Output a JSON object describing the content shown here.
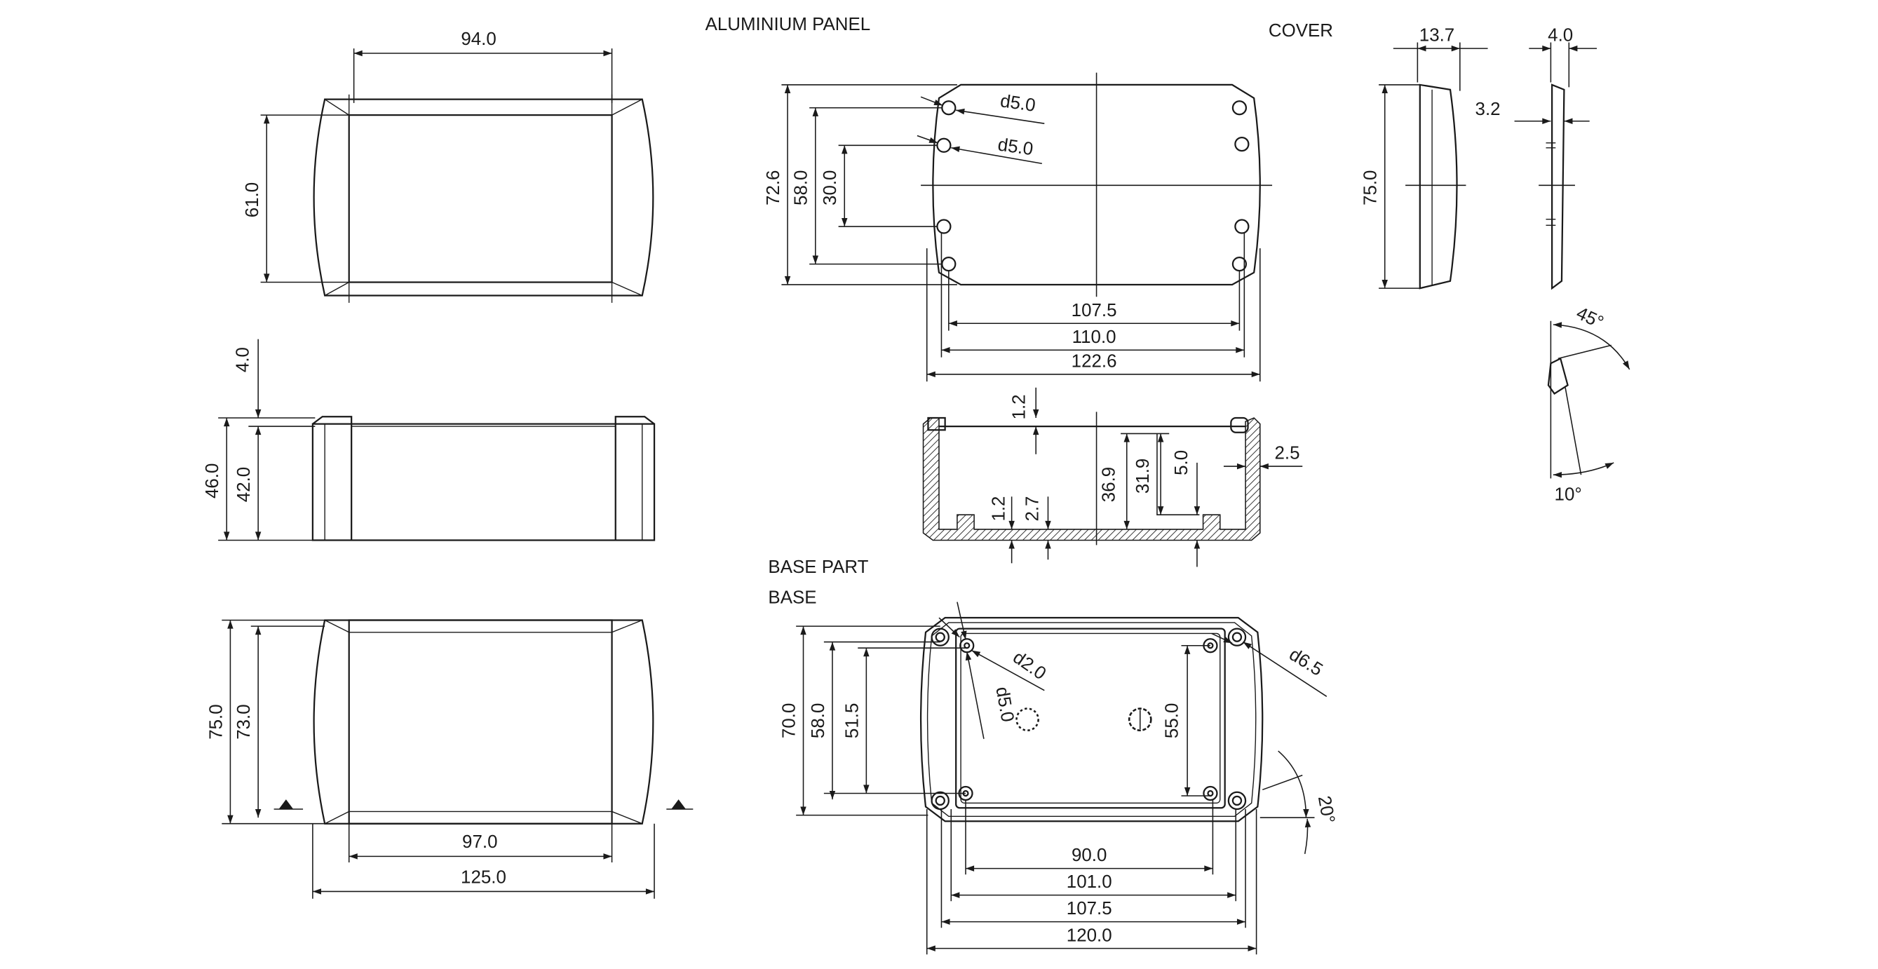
{
  "titles": {
    "aluminium_panel": "ALUMINIUM PANEL",
    "cover": "COVER",
    "base_part": "BASE PART",
    "base": "BASE"
  },
  "front_view": {
    "width": "94.0",
    "height": "61.0"
  },
  "side_view": {
    "lip": "4.0",
    "total_height": "46.0",
    "body_height": "42.0"
  },
  "bottom_view": {
    "outer_depth": "75.0",
    "inner_depth": "73.0",
    "inner_width": "97.0",
    "outer_width": "125.0"
  },
  "panel": {
    "height": "72.6",
    "hole_pitch_outer": "58.0",
    "hole_pitch_inner": "30.0",
    "hole_dia_1": "d5.0",
    "hole_dia_2": "d5.0",
    "hole_span": "107.5",
    "width_inner": "110.0",
    "width": "122.6"
  },
  "cover": {
    "depth": "13.7",
    "height": "75.0",
    "thickness": "4.0",
    "step": "3.2",
    "angle_top": "45°",
    "angle_bottom": "10°"
  },
  "section": {
    "top_wall": "1.2",
    "inner_height": "36.9",
    "boss_height": "31.9",
    "boss_gap": "5.0",
    "wall": "2.5",
    "floor": "1.2",
    "floor_step": "2.7"
  },
  "base": {
    "depth": "70.0",
    "pitch_outer": "58.0",
    "pitch_inner": "51.5",
    "pitch_right": "55.0",
    "pin_dia": "d2.0",
    "boss_dia": "d5.0",
    "screw_dia": "d6.5",
    "angle": "20°",
    "span_90": "90.0",
    "span_101": "101.0",
    "span_107": "107.5",
    "width": "120.0"
  }
}
